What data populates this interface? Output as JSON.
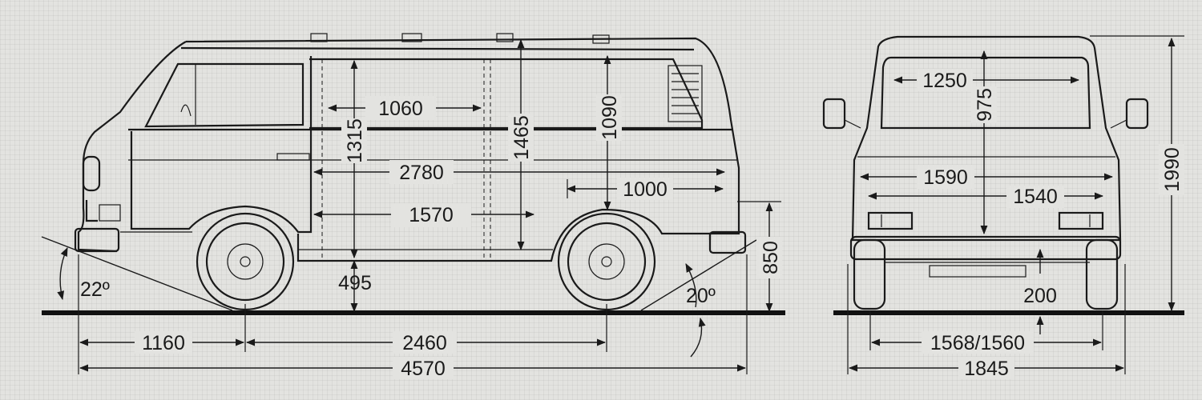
{
  "side_view": {
    "approach_angle": "22º",
    "departure_angle": "20º",
    "cargo_length_mid": "1060",
    "cargo_height_interior": "1315",
    "cargo_height_total": "1465",
    "sliding_door_height": "1090",
    "cargo_length_total": "2780",
    "door_opening_width": "1000",
    "floor_length": "1570",
    "load_height": "495",
    "rear_bumper_height": "850",
    "front_overhang": "1160",
    "wheelbase": "2460",
    "overall_length": "4570"
  },
  "rear_view": {
    "window_width": "1250",
    "interior_height": "975",
    "interior_width": "1590",
    "width_between_arches": "1540",
    "overall_height": "1990",
    "ground_clearance": "200",
    "track": "1568/1560",
    "overall_width": "1845"
  }
}
